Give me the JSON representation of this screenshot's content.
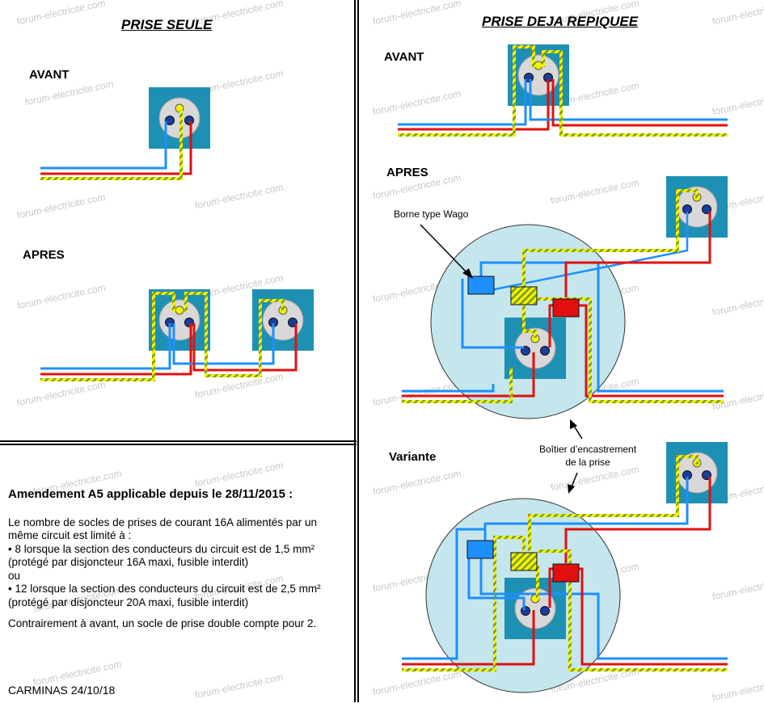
{
  "left_panel": {
    "title": "PRISE SEULE",
    "before_label": "AVANT",
    "after_label": "APRES"
  },
  "right_panel": {
    "title": "PRISE DEJA REPIQUEE",
    "before_label": "AVANT",
    "after_label": "APRES",
    "variant_label": "Variante",
    "wago_label": "Borne type Wago",
    "box_label_line1": "Boîtier d’encastrement",
    "box_label_line2": "de la prise"
  },
  "notes": {
    "title": "Amendement A5 applicable depuis le 28/11/2015 :",
    "line1": "Le nombre de socles de prises de courant 16A alimentés par un",
    "line2": "même circuit est limité à :",
    "line3": "• 8 lorsque la section des conducteurs du circuit est de 1,5 mm²",
    "line4": "(protégé par disjoncteur 16A maxi, fusible interdit)",
    "line5": "ou",
    "line6": "• 12 lorsque la section des conducteurs du circuit est de 2,5 mm²",
    "line7": "(protégé par disjoncteur 20A maxi, fusible interdit)",
    "line8": "Contrairement à avant, un socle de prise double compte pour 2."
  },
  "signature": "CARMINAS 24/10/18",
  "watermark": "forum-electricite.com",
  "colors": {
    "socket_blue": "#1e90b4",
    "neutral_wire": "#1e8fff",
    "live_wire": "#e01010",
    "earth_wire": "#f4f400",
    "junction_box": "#c4e6ec",
    "wago_blue": "#1e8fff",
    "wago_red": "#e01010"
  }
}
